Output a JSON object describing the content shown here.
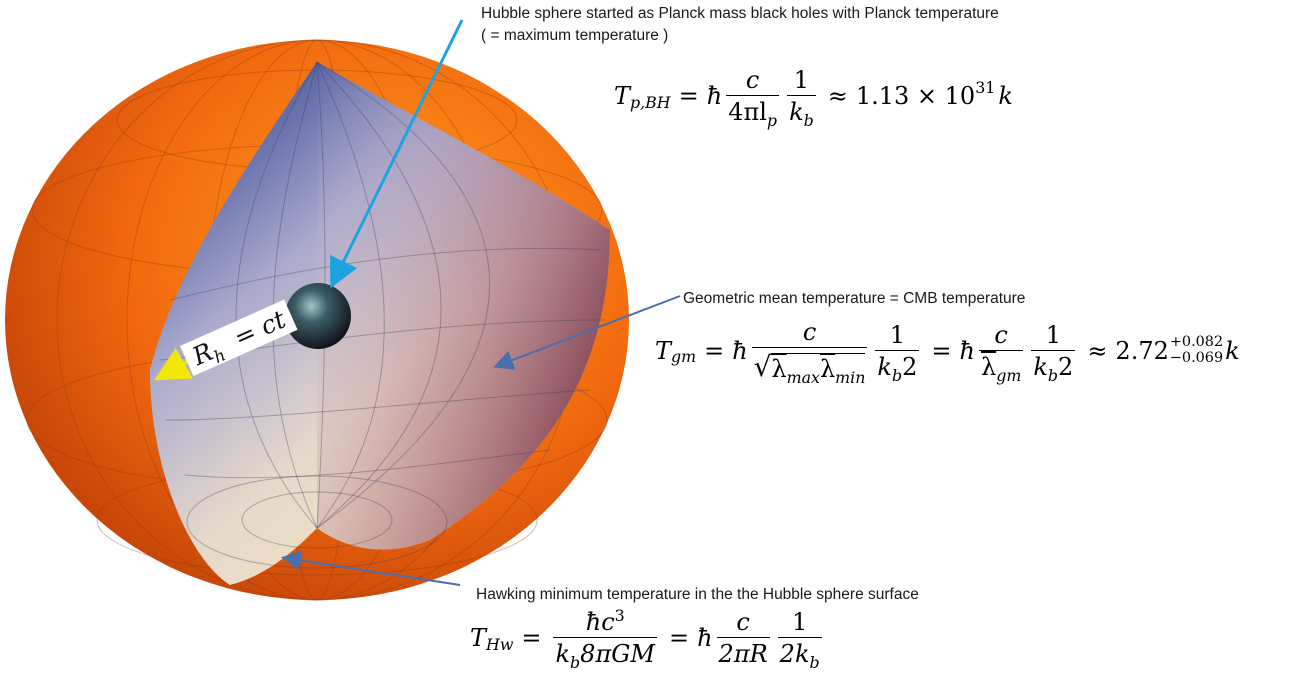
{
  "annotations": {
    "top_line1": "Hubble sphere started as Planck mass black holes with Planck temperature",
    "top_line2": "( = maximum temperature )",
    "middle": "Geometric mean  temperature = CMB temperature",
    "bottom": "Hawking minimum temperature in the  the Hubble sphere surface"
  },
  "equations": {
    "planck": {
      "lhs_T": "T",
      "lhs_sub": "p,BH",
      "eq": "=",
      "hbar": "ħ",
      "frac1_num": "c",
      "frac1_den": "4πl",
      "frac1_den_sub": "p",
      "frac2_num": "1",
      "frac2_den": "k",
      "frac2_den_sub": "b",
      "approx": "≈",
      "value": "1.13 × 10",
      "exponent": "31",
      "unit": "k"
    },
    "cmb": {
      "lhs_T": "T",
      "lhs_sub": "gm",
      "eq": "=",
      "hbar": "ħ",
      "frac1_num": "c",
      "lambda": "λ",
      "lambda_max_sub": "max",
      "lambda_min_sub": "min",
      "frac2_num": "1",
      "frac2_den": "k",
      "frac2_den_sub": "b",
      "frac2_den_tail": "2",
      "eq2": "=",
      "hbar2": "ħ",
      "frac3_num": "c",
      "frac3_den_sub": "gm",
      "frac4_num": "1",
      "approx": "≈",
      "value": "2.72",
      "err_plus": "+0.082",
      "err_minus": "−0.069",
      "unit": "k"
    },
    "hawking": {
      "lhs_T": "T",
      "lhs_sub": "Hw",
      "eq": "=",
      "frac1_num": "ħc",
      "frac1_num_sup": "3",
      "frac1_den": "k",
      "frac1_den_sub": "b",
      "frac1_den_tail": "8πGM",
      "eq2": "=",
      "hbar": "ħ",
      "frac2_num": "c",
      "frac2_den": "2πR",
      "frac3_num": "1",
      "frac3_den": "2k",
      "frac3_den_sub": "b"
    },
    "radius_label": {
      "R": "R",
      "sub": "h",
      "eq": "=",
      "rhs": "ct"
    }
  },
  "colors": {
    "outer_shell": "#f07a10",
    "inner_light": "#f4ead6",
    "inner_dark": "#4a2f6b",
    "arrow_blue_bright": "#1fa3e0",
    "arrow_blue_dark": "#4a6fae",
    "radius_arrow": "#f2e60a"
  },
  "icons": {
    "central_ball": "planck-black-hole-sphere"
  }
}
